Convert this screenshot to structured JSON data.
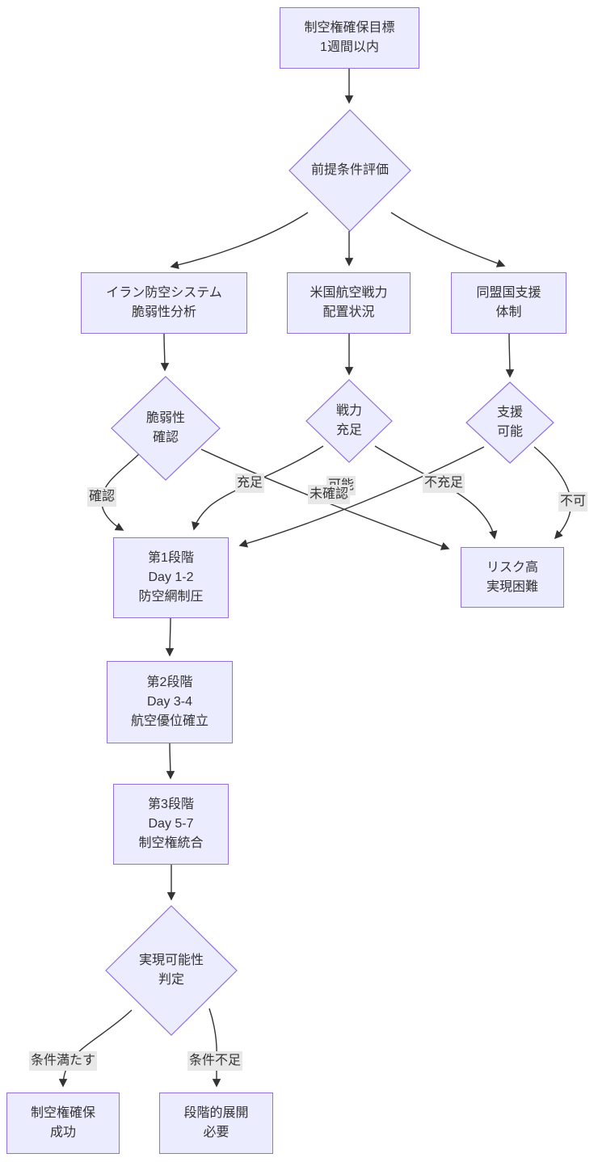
{
  "diagram": {
    "type": "flowchart",
    "direction": "top-down",
    "colors": {
      "node_fill": "#ECECFF",
      "node_border": "#9370DB",
      "edge_stroke": "#333333",
      "text": "#333333",
      "edge_label_bg": "#e8e8e8",
      "background": "#ffffff"
    },
    "nodes": {
      "goal": {
        "shape": "rect",
        "lines": [
          "制空権確保目標",
          "1週間以内"
        ]
      },
      "precondition": {
        "shape": "diamond",
        "lines": [
          "前提条件評価"
        ]
      },
      "iran_defense": {
        "shape": "rect",
        "lines": [
          "イラン防空システム",
          "脆弱性分析"
        ]
      },
      "us_airpower": {
        "shape": "rect",
        "lines": [
          "米国航空戦力",
          "配置状況"
        ]
      },
      "ally_support": {
        "shape": "rect",
        "lines": [
          "同盟国支援",
          "体制"
        ]
      },
      "vulnerability": {
        "shape": "diamond",
        "lines": [
          "脆弱性",
          "確認"
        ]
      },
      "force": {
        "shape": "diamond",
        "lines": [
          "戦力",
          "充足"
        ]
      },
      "support": {
        "shape": "diamond",
        "lines": [
          "支援",
          "可能"
        ]
      },
      "phase1": {
        "shape": "rect",
        "lines": [
          "第1段階",
          "Day 1-2",
          "防空網制圧"
        ]
      },
      "risk": {
        "shape": "rect",
        "lines": [
          "リスク高",
          "実現困難"
        ]
      },
      "phase2": {
        "shape": "rect",
        "lines": [
          "第2段階",
          "Day 3-4",
          "航空優位確立"
        ]
      },
      "phase3": {
        "shape": "rect",
        "lines": [
          "第3段階",
          "Day 5-7",
          "制空権統合"
        ]
      },
      "feasibility": {
        "shape": "diamond",
        "lines": [
          "実現可能性",
          "判定"
        ]
      },
      "success": {
        "shape": "rect",
        "lines": [
          "制空権確保",
          "成功"
        ]
      },
      "phased": {
        "shape": "rect",
        "lines": [
          "段階的展開",
          "必要"
        ]
      }
    },
    "edge_labels": {
      "confirmed": "確認",
      "unconfirmed": "未確認",
      "sufficient": "充足",
      "insufficient": "不充足",
      "possible": "可能",
      "impossible": "不可",
      "conditions_met": "条件満たす",
      "conditions_lacking": "条件不足"
    },
    "edges": [
      {
        "from": "goal",
        "to": "precondition",
        "label": ""
      },
      {
        "from": "precondition",
        "to": "iran_defense",
        "label": ""
      },
      {
        "from": "precondition",
        "to": "us_airpower",
        "label": ""
      },
      {
        "from": "precondition",
        "to": "ally_support",
        "label": ""
      },
      {
        "from": "iran_defense",
        "to": "vulnerability",
        "label": ""
      },
      {
        "from": "us_airpower",
        "to": "force",
        "label": ""
      },
      {
        "from": "ally_support",
        "to": "support",
        "label": ""
      },
      {
        "from": "vulnerability",
        "to": "phase1",
        "label": "確認"
      },
      {
        "from": "vulnerability",
        "to": "risk",
        "label": "未確認"
      },
      {
        "from": "force",
        "to": "phase1",
        "label": "充足"
      },
      {
        "from": "force",
        "to": "risk",
        "label": "不充足"
      },
      {
        "from": "support",
        "to": "phase1",
        "label": "可能"
      },
      {
        "from": "support",
        "to": "risk",
        "label": "不可"
      },
      {
        "from": "phase1",
        "to": "phase2",
        "label": ""
      },
      {
        "from": "phase2",
        "to": "phase3",
        "label": ""
      },
      {
        "from": "phase3",
        "to": "feasibility",
        "label": ""
      },
      {
        "from": "feasibility",
        "to": "success",
        "label": "条件満たす"
      },
      {
        "from": "feasibility",
        "to": "phased",
        "label": "条件不足"
      }
    ]
  }
}
